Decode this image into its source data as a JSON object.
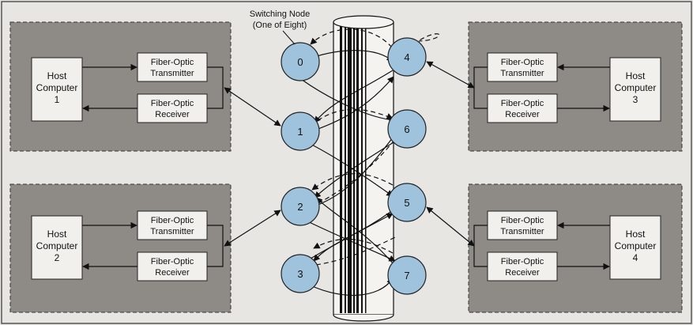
{
  "caption": {
    "line1": "Switching Node",
    "line2": "(One of Eight)"
  },
  "hosts": [
    {
      "line1": "Host",
      "line2": "Computer",
      "line3": "1"
    },
    {
      "line1": "Host",
      "line2": "Computer",
      "line3": "2"
    },
    {
      "line1": "Host",
      "line2": "Computer",
      "line3": "3"
    },
    {
      "line1": "Host",
      "line2": "Computer",
      "line3": "4"
    }
  ],
  "transmitter": {
    "line1": "Fiber-Optic",
    "line2": "Transmitter"
  },
  "receiver": {
    "line1": "Fiber-Optic",
    "line2": "Receiver"
  },
  "nodes": [
    "0",
    "1",
    "2",
    "3",
    "4",
    "6",
    "5",
    "7"
  ],
  "colors": {
    "panel": "#8e8b87",
    "box": "#f2f0ec",
    "node": "#9fc3dc",
    "background": "#e8e6e3",
    "line": "#111111"
  }
}
